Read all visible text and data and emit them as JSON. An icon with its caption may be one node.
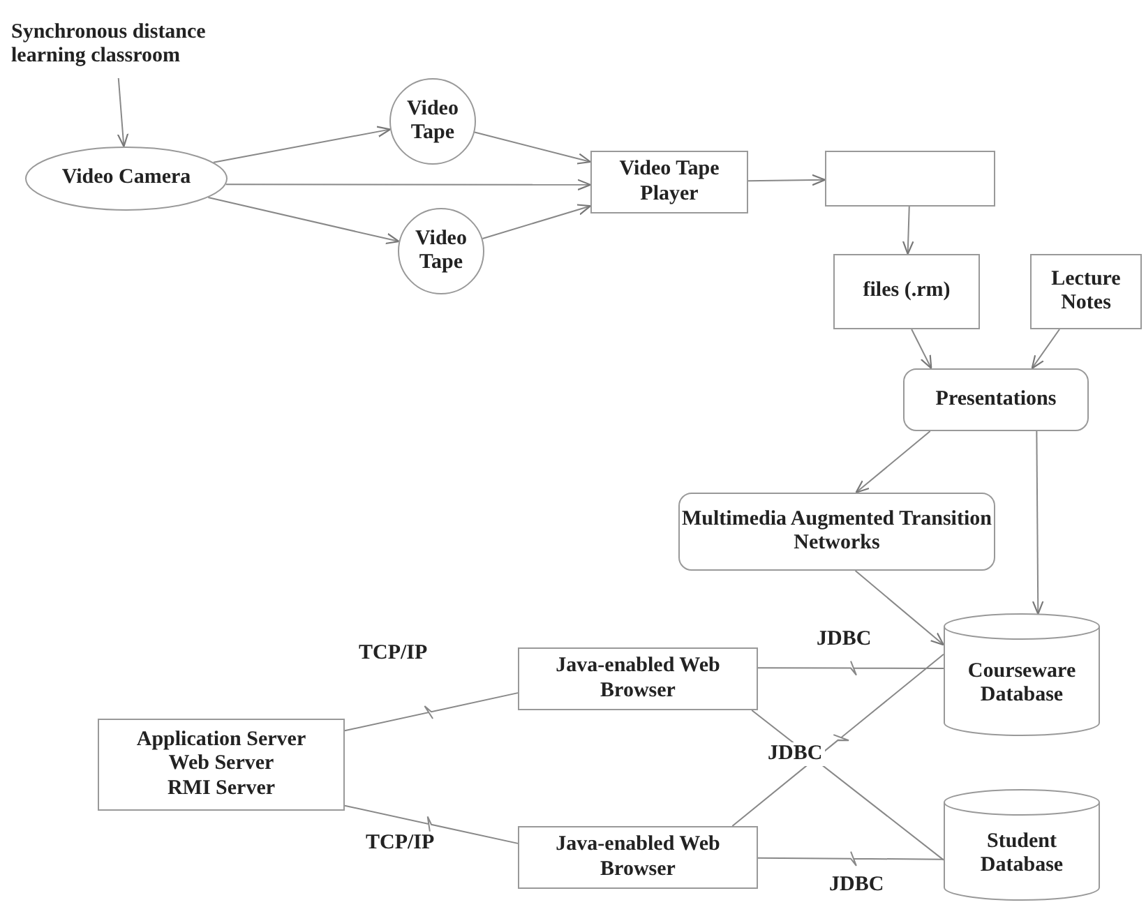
{
  "diagram": {
    "nodes": [
      {
        "text": [
          "Synchronous distance learning classroom"
        ]
      },
      {
        "text": [
          "Video Camera"
        ]
      },
      {
        "text": [
          "Video Tape"
        ]
      },
      {
        "text": [
          "Video Tape"
        ]
      },
      {
        "text": [
          "Video Tape Player"
        ]
      },
      {
        "text": [],
        "shape": "box"
      },
      {
        "text": [
          "files (.rm)"
        ]
      },
      {
        "text": [
          "Lecture Notes"
        ]
      },
      {
        "text": [
          "Presentations"
        ]
      },
      {
        "text": [
          "Multimedia Augmented Transition Networks"
        ]
      },
      {
        "text": [
          "Courseware Database"
        ]
      },
      {
        "text": [
          "Application Server",
          "Web Server",
          "RMI Server"
        ]
      },
      {
        "text": [
          "Java-enabled Web Browser"
        ]
      },
      {
        "text": [
          "Java-enabled Web Browser"
        ]
      },
      {
        "text": [
          "Student Database"
        ]
      }
    ],
    "edges": [
      {
        "from": 0,
        "to": 1,
        "arrow": "to"
      },
      {
        "from": 1,
        "to": 2,
        "arrow": "to"
      },
      {
        "from": 1,
        "to": 4,
        "arrow": "to"
      },
      {
        "from": 1,
        "to": 3,
        "arrow": "to"
      },
      {
        "from": 2,
        "to": 4,
        "arrow": "to"
      },
      {
        "from": 3,
        "to": 4,
        "arrow": "to"
      },
      {
        "from": 4,
        "to": 5,
        "arrow": "to"
      },
      {
        "from": 5,
        "to": 6,
        "arrow": "to"
      },
      {
        "from": 6,
        "to": 8,
        "arrow": "to"
      },
      {
        "from": 7,
        "to": 8,
        "arrow": "to"
      },
      {
        "from": 8,
        "to": 9,
        "arrow": "to"
      },
      {
        "from": 8,
        "to": 10,
        "arrow": "to"
      },
      {
        "from": 9,
        "to": 10,
        "arrow": "to"
      },
      {
        "from": 11,
        "to": 12,
        "arrow": "none",
        "label": "TCP/IP"
      },
      {
        "from": 11,
        "to": 13,
        "arrow": "none",
        "label": "TCP/IP"
      },
      {
        "from": 10,
        "to": 12,
        "arrow": "none",
        "label": "JDBC"
      },
      {
        "from": 10,
        "to": 13,
        "arrow": "none",
        "label": "JDBC"
      },
      {
        "from": 12,
        "to": 14,
        "arrow": "none"
      },
      {
        "from": 14,
        "to": 13,
        "arrow": "none",
        "label": "JDBC"
      }
    ]
  }
}
